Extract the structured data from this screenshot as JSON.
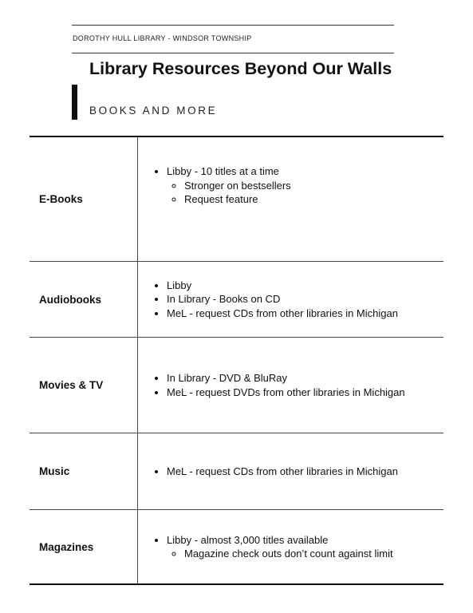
{
  "header": {
    "library_name": "DOROTHY HULL LIBRARY - WINDSOR TOWNSHIP",
    "title": "Library Resources Beyond Our Walls",
    "subtitle": "BOOKS AND MORE"
  },
  "rows": [
    {
      "category": "E-Books",
      "bullets": [
        {
          "text": "Libby - 10 titles at a time",
          "sub": [
            "Stronger on bestsellers",
            "Request feature"
          ]
        }
      ]
    },
    {
      "category": "Audiobooks",
      "bullets": [
        {
          "text": "Libby"
        },
        {
          "text": "In Library - Books on CD"
        },
        {
          "text": "MeL - request CDs from other libraries in Michigan"
        }
      ]
    },
    {
      "category": "Movies & TV",
      "bullets": [
        {
          "text": "In Library - DVD & BluRay"
        },
        {
          "text": "MeL - request DVDs from other libraries in Michigan"
        }
      ]
    },
    {
      "category": "Music",
      "bullets": [
        {
          "text": "MeL - request CDs from other libraries in Michigan"
        }
      ]
    },
    {
      "category": "Magazines",
      "bullets": [
        {
          "text": "Libby - almost 3,000 titles available",
          "sub": [
            "Magazine check outs don’t count against limit"
          ]
        }
      ]
    }
  ]
}
